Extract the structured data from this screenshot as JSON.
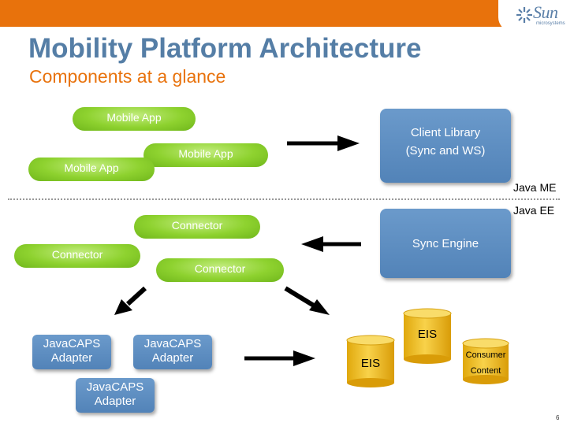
{
  "header": {
    "logo_text": "Sun",
    "logo_sub": "microsystems",
    "title": "Mobility Platform Architecture",
    "subtitle": "Components at a glance"
  },
  "mobile_apps": [
    {
      "label": "Mobile App"
    },
    {
      "label": "Mobile App"
    },
    {
      "label": "Mobile App"
    }
  ],
  "client_library": {
    "line1": "Client Library",
    "line2": "(Sync and WS)"
  },
  "tiers": {
    "me": "Java ME",
    "ee": "Java EE"
  },
  "connectors": [
    {
      "label": "Connector"
    },
    {
      "label": "Connector"
    },
    {
      "label": "Connector"
    }
  ],
  "sync_engine": {
    "label": "Sync Engine"
  },
  "adapters": [
    {
      "line1": "JavaCAPS",
      "line2": "Adapter"
    },
    {
      "line1": "JavaCAPS",
      "line2": "Adapter"
    },
    {
      "line1": "JavaCAPS",
      "line2": "Adapter"
    }
  ],
  "storage": {
    "eis_back": "EIS",
    "eis_front": "EIS",
    "consumer_line1": "Consumer",
    "consumer_line2": "Content"
  },
  "page_number": "6",
  "colors": {
    "brand_orange": "#e8720c",
    "title_blue": "#557ea6",
    "pill_green": "#8ed22f",
    "box_blue": "#5283b8",
    "cylinder_yellow": "#f5c21a"
  }
}
